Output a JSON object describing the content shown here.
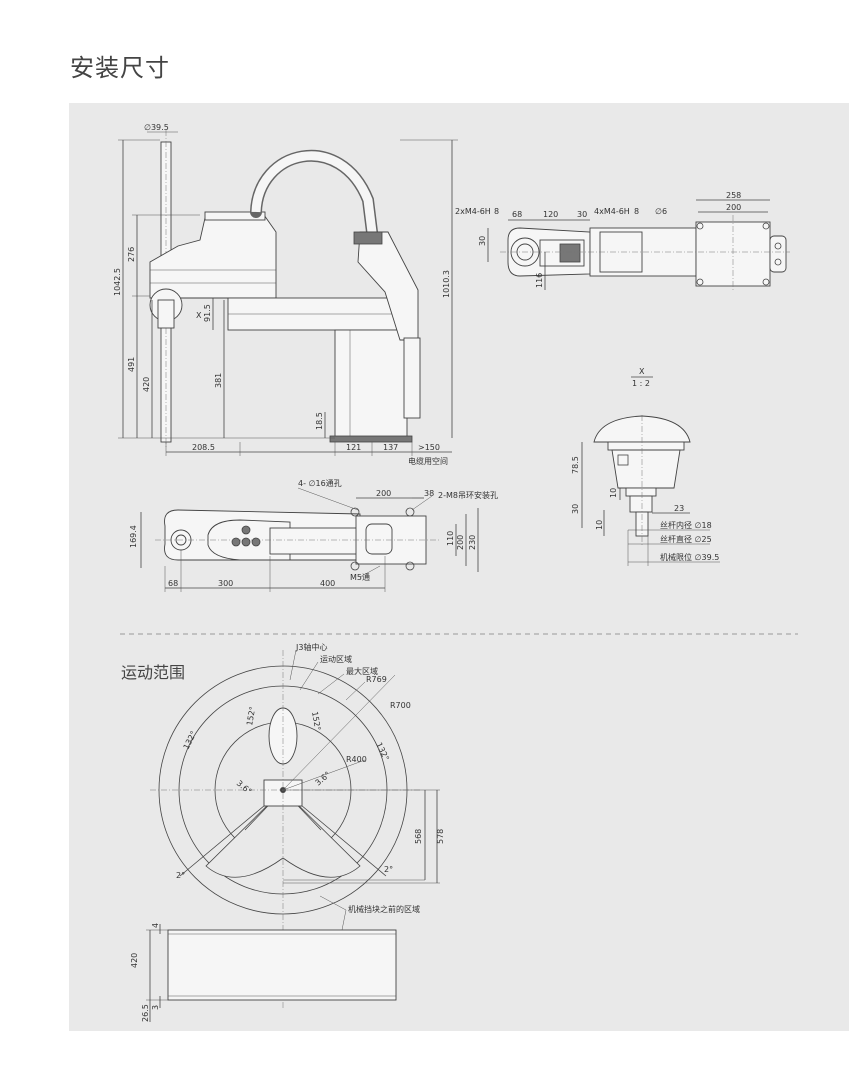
{
  "page": {
    "title": "安装尺寸",
    "motion_title": "运动范围"
  },
  "side_view": {
    "d_top": "∅39.5",
    "d_276": "276",
    "d_1042": "1042.5",
    "d_915": "91.5",
    "d_491": "491",
    "d_420": "420",
    "d_381": "381",
    "d_185": "18.5",
    "d_1010": "1010.3",
    "d_2085": "208.5",
    "d_121": "121",
    "d_137": "137",
    "d_150": ">150",
    "cable": "电缆用空间",
    "x": "X"
  },
  "top_view": {
    "m4_a": "2xM4-6H",
    "m4_a_depth": "8",
    "d_68": "68",
    "d_120": "120",
    "d_30": "30",
    "m4_b": "4xM4-6H",
    "m4_b_depth": "8",
    "d_6": "∅6",
    "d_258": "258",
    "d_200": "200",
    "d_30v": "30",
    "d_116": "116"
  },
  "base_view": {
    "holes": "4- ∅16通孔",
    "d_200": "200",
    "d_38": "38",
    "m8": "2-M8吊环安装孔",
    "d_1694": "169.4",
    "d_110": "110",
    "d_200v": "200",
    "d_230": "230",
    "d_68": "68",
    "d_300": "300",
    "d_400": "400",
    "m5": "M5通"
  },
  "detail": {
    "x": "X",
    "scale": "1 : 2",
    "d_785": "78.5",
    "d_10a": "10",
    "d_30": "30",
    "d_23": "23",
    "d_10b": "10",
    "screw_inner": "丝杆内径 ∅18",
    "screw_outer": "丝杆直径 ∅25",
    "mech_limit": "机械限位 ∅39.5"
  },
  "motion": {
    "j3": "J3轴中心",
    "motion_area": "运动区域",
    "max_area": "最大区域",
    "r769": "R769",
    "r700": "R700",
    "r400": "R400",
    "a152a": "152°",
    "a152b": "152°",
    "a132a": "132°",
    "a132b": "132°",
    "a36a": "3.6°",
    "a36b": "3.6°",
    "a2a": "2°",
    "a2b": "2°",
    "d_568": "568",
    "d_578": "578",
    "stop_area": "机械挡块之前的区域",
    "d_4": "4",
    "d_420": "420",
    "d_265": "26.5",
    "d_3": "3"
  }
}
